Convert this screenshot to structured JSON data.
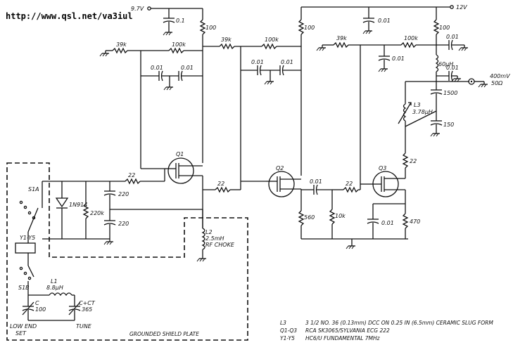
{
  "header": {
    "url": "http://www.qsl.net/va3iul"
  },
  "supply": {
    "v1": "9.7V",
    "v2": "12V"
  },
  "labels": {
    "c_top": "0.1",
    "r_top": "100",
    "r39_a": "39k",
    "r100k_a": "100k",
    "c001_a1": "0.01",
    "c001_a2": "0.01",
    "r39_b": "39k",
    "r100k_b": "100k",
    "c001_b1": "0.01",
    "c001_b2": "0.01",
    "r100_mid": "100",
    "c001_mid": "0.01",
    "r100_right": "100",
    "r39_c": "39k",
    "r100k_c": "100k",
    "c001_c1": "0.01",
    "c001_c2": "0.01",
    "c001_c3": "0.01",
    "l60": "60µH",
    "out_v": "400mV",
    "out_z": "50Ω",
    "c1500": "1500",
    "l3_name": "L3",
    "l3_val": "3.78µH",
    "c150": "150",
    "r22_q3": "22",
    "q1": "Q1",
    "q2": "Q2",
    "q3": "Q3",
    "s1a": "S1A",
    "diode": "1N914",
    "r22_a": "22",
    "c220_a": "220",
    "r220k": "220k",
    "c220_b": "220",
    "r22_b": "22",
    "c001_d": "0.01",
    "r22_c": "22",
    "l2_name": "L2",
    "l2_val": "2.5mH",
    "l2_desc": "RF CHOKE",
    "r560": "560",
    "r10k": "10k",
    "c001_e": "0.01",
    "r470": "470",
    "xtal": "Y1-Y5",
    "s1b": "S1B",
    "l1_name": "L1",
    "l1_val": "8.8µH",
    "c_name": "C",
    "c_val": "100",
    "cct_name": "C+CT",
    "cct_val": "365",
    "low_end": "LOW END",
    "set": "SET",
    "tune": "TUNE",
    "shield": "GROUNDED SHIELD PLATE"
  },
  "notes": [
    {
      "ref": "L3",
      "text": "3 1/2 NO. 36 (0.13mm) DCC ON 0.25 IN (6.5mm) CERAMIC SLUG FORM"
    },
    {
      "ref": "Q1-Q3",
      "text": "RCA SK3065/SYLVANIA ECG 222"
    },
    {
      "ref": "Y1-Y5",
      "text": "HC6/U FUNDAMENTAL 7MHz"
    }
  ]
}
